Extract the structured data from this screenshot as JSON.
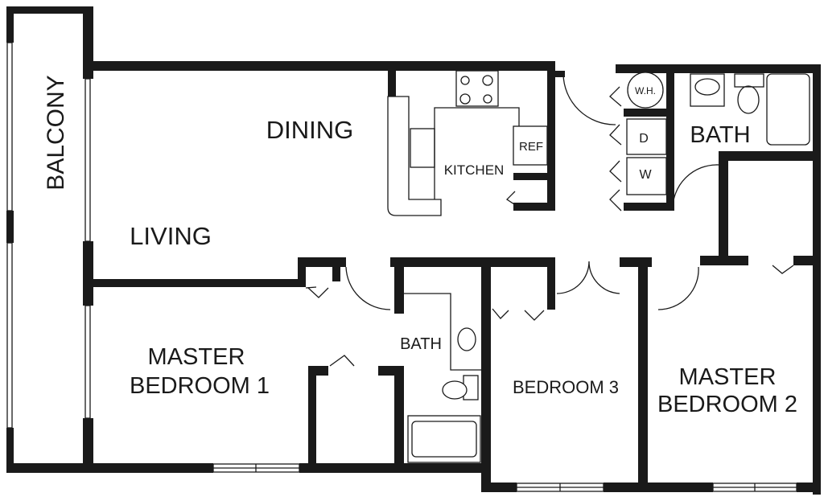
{
  "rooms": {
    "balcony": "BALCONY",
    "dining": "DINING",
    "living": "LIVING",
    "kitchen": "KITCHEN",
    "refrigerator": "REF",
    "water_heater": "W.H.",
    "dryer": "D",
    "washer": "W",
    "bath_main": "BATH",
    "bath_hall": "BATH",
    "master_bedroom_1_line1": "MASTER",
    "master_bedroom_1_line2": "BEDROOM 1",
    "bedroom_3": "BEDROOM 3",
    "master_bedroom_2_line1": "MASTER",
    "master_bedroom_2_line2": "BEDROOM 2"
  },
  "colors": {
    "wall": "#1a1a1a",
    "background": "#ffffff"
  }
}
